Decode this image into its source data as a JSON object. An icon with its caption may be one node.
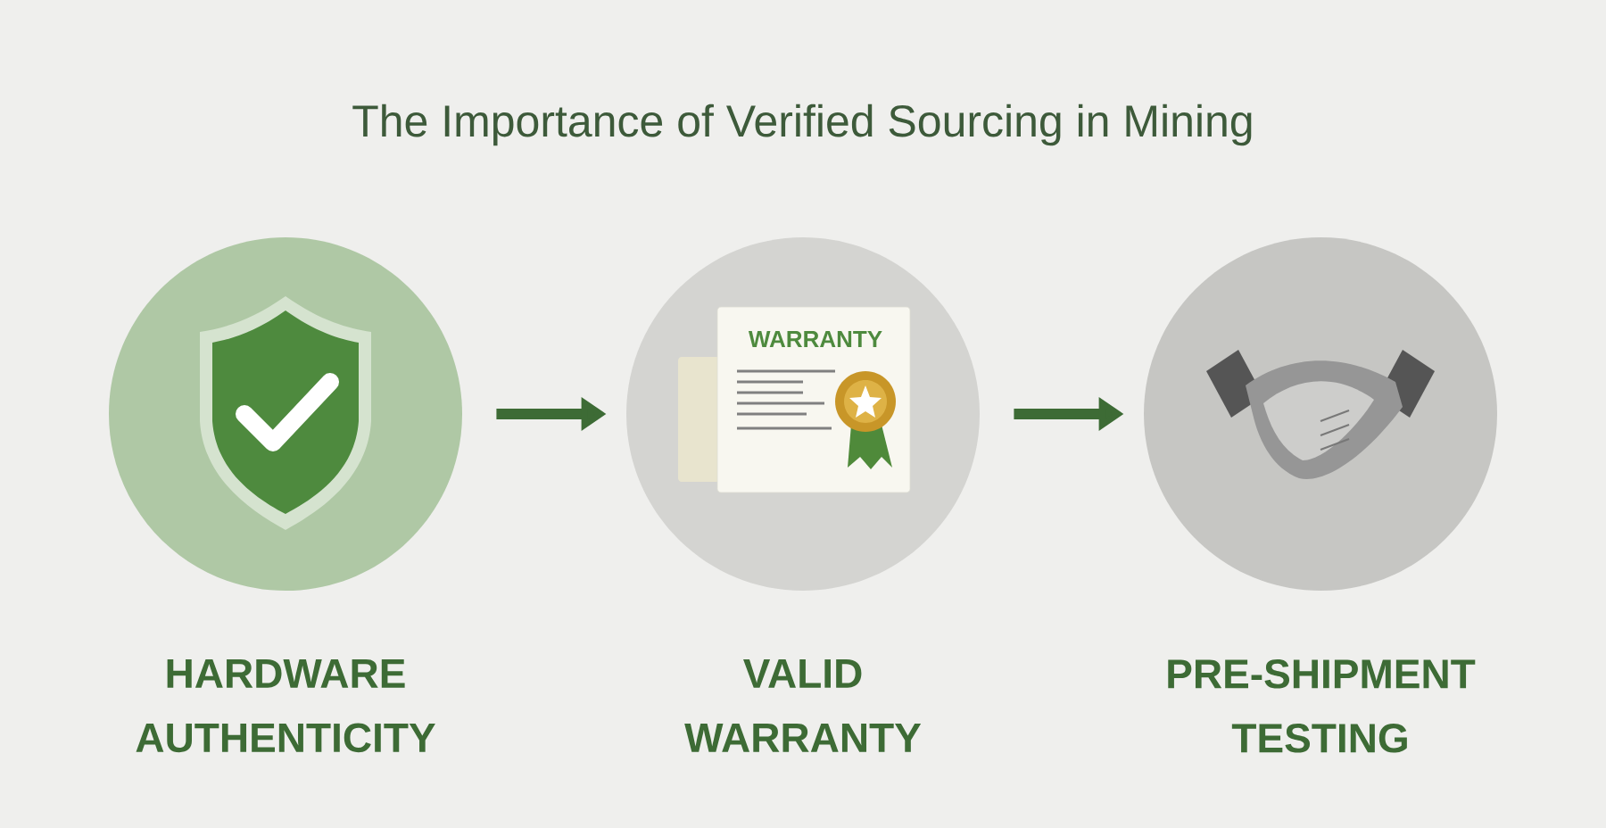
{
  "diagram": {
    "title": "The Importance of Verified Sourcing in Mining",
    "nodes": [
      {
        "text": [
          "HARDWARE AUTHENTICITY"
        ]
      },
      {
        "text": [
          "VALID WARRANTY"
        ]
      },
      {
        "text": [
          "PRE-SHIPMENT TESTING"
        ]
      }
    ],
    "edges": [
      {
        "from": 0,
        "to": 1,
        "arrow": "to"
      },
      {
        "from": 1,
        "to": 2,
        "arrow": "to"
      }
    ],
    "labels": [
      "WARRANTY"
    ]
  }
}
